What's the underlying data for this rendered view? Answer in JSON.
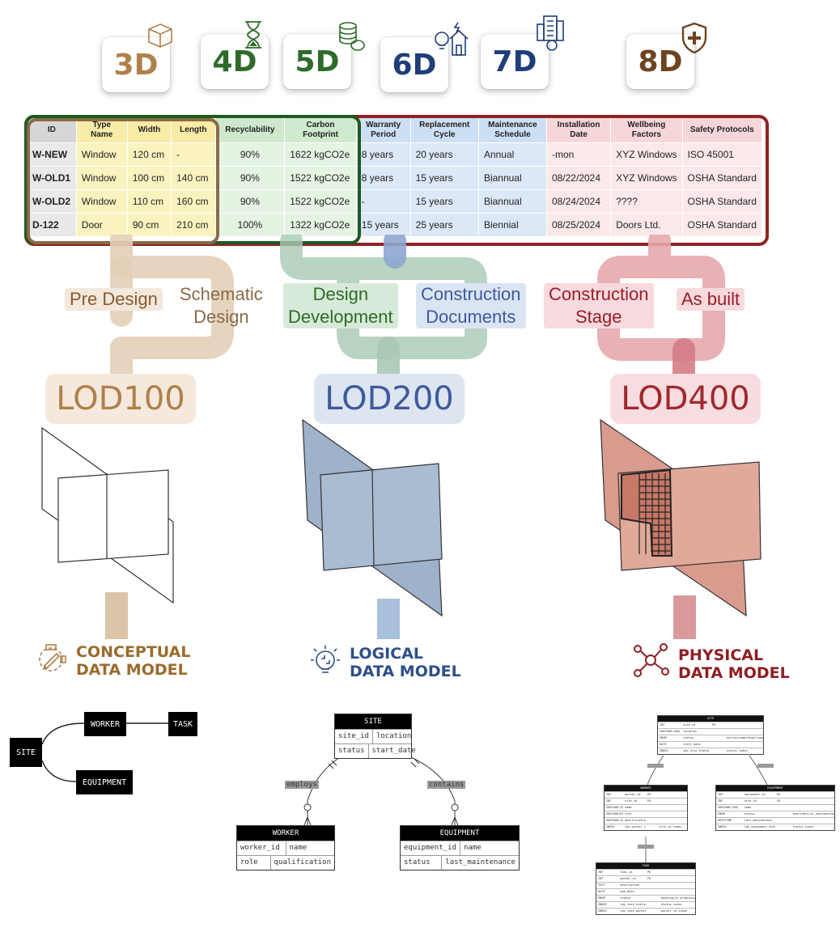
{
  "dimensions": [
    {
      "label": "3D",
      "color": "#b0804a",
      "icon": "cube-icon"
    },
    {
      "label": "4D",
      "color": "#2e6b2a",
      "icon": "hourglass-icon"
    },
    {
      "label": "5D",
      "color": "#2e6b2a",
      "icon": "coins-icon"
    },
    {
      "label": "6D",
      "color": "#1f3e78",
      "icon": "lightbulb-house-icon"
    },
    {
      "label": "7D",
      "color": "#1f3e78",
      "icon": "building-gear-icon"
    },
    {
      "label": "8D",
      "color": "#6e4420",
      "icon": "shield-plus-icon"
    }
  ],
  "table": {
    "headers": [
      "ID",
      "Type Name",
      "Width",
      "Length",
      "Recyclability",
      "Carbon Footprint",
      "Warranty Period",
      "Replacement Cycle",
      "Maintenance Schedule",
      "Installation Date",
      "Wellbeing Factors",
      "Safety Protocols"
    ],
    "rows": [
      [
        "W-NEW",
        "Window",
        "120 cm",
        "-",
        "90%",
        "1622 kgCO2e",
        "8 years",
        "20 years",
        "Annual",
        "-mon",
        "XYZ Windows",
        "ISO 45001"
      ],
      [
        "W-OLD1",
        "Window",
        "100 cm",
        "140 cm",
        "90%",
        "1522 kgCO2e",
        "8 years",
        "15 years",
        "Biannual",
        "08/22/2024",
        "XYZ Windows",
        "OSHA Standard"
      ],
      [
        "W-OLD2",
        "Window",
        "110 cm",
        "160 cm",
        "90%",
        "1522 kgCO2e",
        "-",
        "15 years",
        "Biannual",
        "08/24/2024",
        "????",
        "OSHA Standard"
      ],
      [
        "D-122",
        "Door",
        "90 cm",
        "210 cm",
        "100%",
        "1322 kgCO2e",
        "15 years",
        "25 years",
        "Biennial",
        "08/25/2024",
        "Doors Ltd.",
        "OSHA Standard"
      ]
    ]
  },
  "phases": {
    "pre_design": "Pre Design",
    "schematic_1": "Schematic",
    "schematic_2": "Design",
    "design_dev_1": "Design",
    "design_dev_2": "Development",
    "construction_docs_1": "Construction",
    "construction_docs_2": "Documents",
    "construction_stage_1": "Construction",
    "construction_stage_2": "Stage",
    "as_built": "As built"
  },
  "lods": [
    "LOD100",
    "LOD200",
    "LOD400"
  ],
  "data_models": {
    "conceptual": [
      "CONCEPTUAL",
      "DATA MODEL"
    ],
    "logical": [
      "LOGICAL",
      "DATA MODEL"
    ],
    "physical": [
      "PHYSICAL",
      "DATA MODEL"
    ]
  },
  "conceptual_diagram": {
    "site": "SITE",
    "worker": "WORKER",
    "task": "TASK",
    "equipment": "EQUIPMENT"
  },
  "logical_diagram": {
    "site": {
      "title": "SITE",
      "rows": [
        [
          "site_id",
          "location"
        ],
        [
          "status",
          "start_date"
        ]
      ]
    },
    "employs": "employs",
    "contains": "contains",
    "worker": {
      "title": "WORKER",
      "rows": [
        [
          "worker_id",
          "name"
        ],
        [
          "role",
          "qualification"
        ]
      ]
    },
    "equipment": {
      "title": "EQUIPMENT",
      "rows": [
        [
          "equipment_id",
          "name"
        ],
        [
          "status",
          "last_maintenance"
        ]
      ]
    }
  },
  "physical_diagram": {
    "site": {
      "title": "SITE",
      "rows": [
        [
          "INT",
          "site_id",
          "PK",
          ""
        ],
        [
          "VARCHAR(100)",
          "location",
          "",
          ""
        ],
        [
          "ENUM",
          "status",
          "",
          "active/completed/suspended"
        ],
        [
          "DATE",
          "start_date",
          "",
          ""
        ],
        [
          "INDEX",
          "idx_site_status",
          "",
          "status index"
        ]
      ]
    },
    "worker": {
      "title": "WORKER",
      "rows": [
        [
          "INT",
          "worker_id",
          "PK",
          ""
        ],
        [
          "INT",
          "site_id",
          "FK",
          ""
        ],
        [
          "VARCHAR(100)",
          "name",
          "",
          ""
        ],
        [
          "VARCHAR(50)",
          "role",
          "",
          ""
        ],
        [
          "VARCHAR(100)",
          "qualification",
          "",
          ""
        ],
        [
          "INDEX",
          "idx_worker_site",
          "",
          "site_id index"
        ]
      ]
    },
    "equipment": {
      "title": "EQUIPMENT",
      "rows": [
        [
          "INT",
          "equipment_id",
          "PK",
          ""
        ],
        [
          "INT",
          "site_id",
          "FK",
          ""
        ],
        [
          "VARCHAR(100)",
          "name",
          "",
          ""
        ],
        [
          "ENUM",
          "status",
          "",
          "available/in_use/maintenance"
        ],
        [
          "DATETIME",
          "last_maintenance",
          "",
          ""
        ],
        [
          "INDEX",
          "idx_equipment_status",
          "",
          "status index"
        ]
      ]
    },
    "task": {
      "title": "TASK",
      "rows": [
        [
          "INT",
          "task_id",
          "PK",
          ""
        ],
        [
          "INT",
          "worker_id",
          "FK",
          ""
        ],
        [
          "TEXT",
          "description",
          "",
          ""
        ],
        [
          "DATE",
          "due_date",
          "",
          ""
        ],
        [
          "ENUM",
          "status",
          "",
          "pending/in_progress/completed"
        ],
        [
          "INDEX",
          "idx_task_status",
          "",
          "status index"
        ],
        [
          "INDEX",
          "idx_task_worker",
          "",
          "worker_id index"
        ]
      ]
    }
  }
}
